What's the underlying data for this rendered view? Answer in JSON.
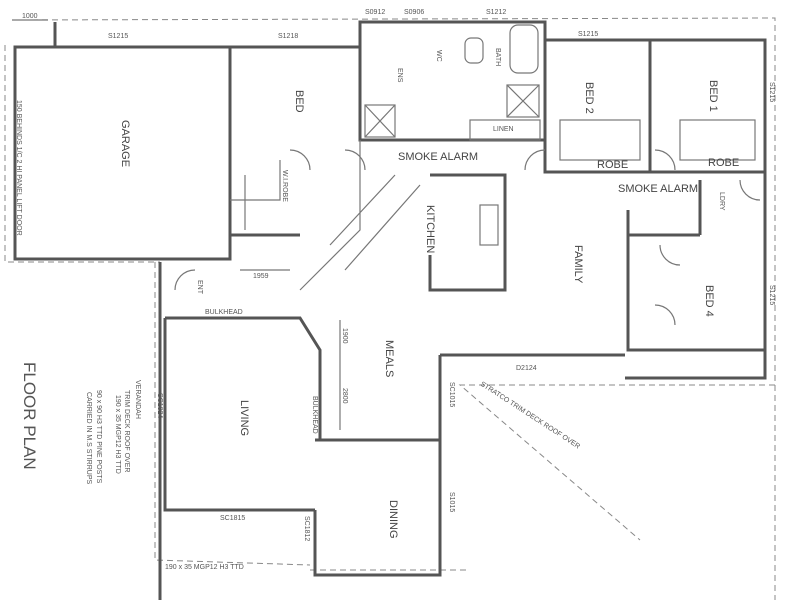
{
  "title": "FLOOR PLAN",
  "rooms": {
    "garage": "GARAGE",
    "bed": "BED",
    "bed1": "BED 1",
    "bed2": "BED 2",
    "bed4": "BED 4",
    "bath": "BATH",
    "wc": "WC",
    "ens": "ENS",
    "linen": "LINEN",
    "wirobe": "W.I.ROBE",
    "robe1": "ROBE",
    "robe2": "ROBE",
    "kitchen": "KITCHEN",
    "family": "FAMILY",
    "ldry": "LDRY",
    "meals": "MEALS",
    "living": "LIVING",
    "dining": "DINING",
    "ent": "ENT",
    "smoke1": "SMOKE ALARM",
    "smoke2": "SMOKE ALARM"
  },
  "windows": {
    "top_left": "S1215",
    "top_mid": "S1218",
    "s0912": "S0912",
    "s0906": "S0906",
    "s1212": "S1212",
    "top_right": "S1215",
    "right_upper": "S1215",
    "right_lower": "S1215",
    "d2124": "D2124",
    "sc1015": "SC1015",
    "s1015": "S1015",
    "sc1824": "SC1824",
    "sc1815": "SC1815",
    "sc1812": "SC1812"
  },
  "notes": {
    "dim_1000": "1000",
    "dim_1959": "1959",
    "bulkhead": "BULKHEAD",
    "bulkhead2": "BULKHEAD",
    "garage_side": "150 BEHINDS 1/C 2 HI PANEL LIFT DOOR",
    "verandah": "VERANDAH",
    "verandah_roof": "TRIM DECK ROOF OVER",
    "verandah_beam": "190 x 35 MGP12 H3 TTD",
    "posts": "90 x 90 H3 TTD PINE POSTS",
    "stirrups": "CARRIED IN M.S STIRRUPS",
    "fascia": "190 x 35 MGP12 H3 TTD",
    "stratco": "STRATCO TRIM DECK ROOF OVER",
    "dim_1900": "1900",
    "dim_2800": "2800"
  }
}
